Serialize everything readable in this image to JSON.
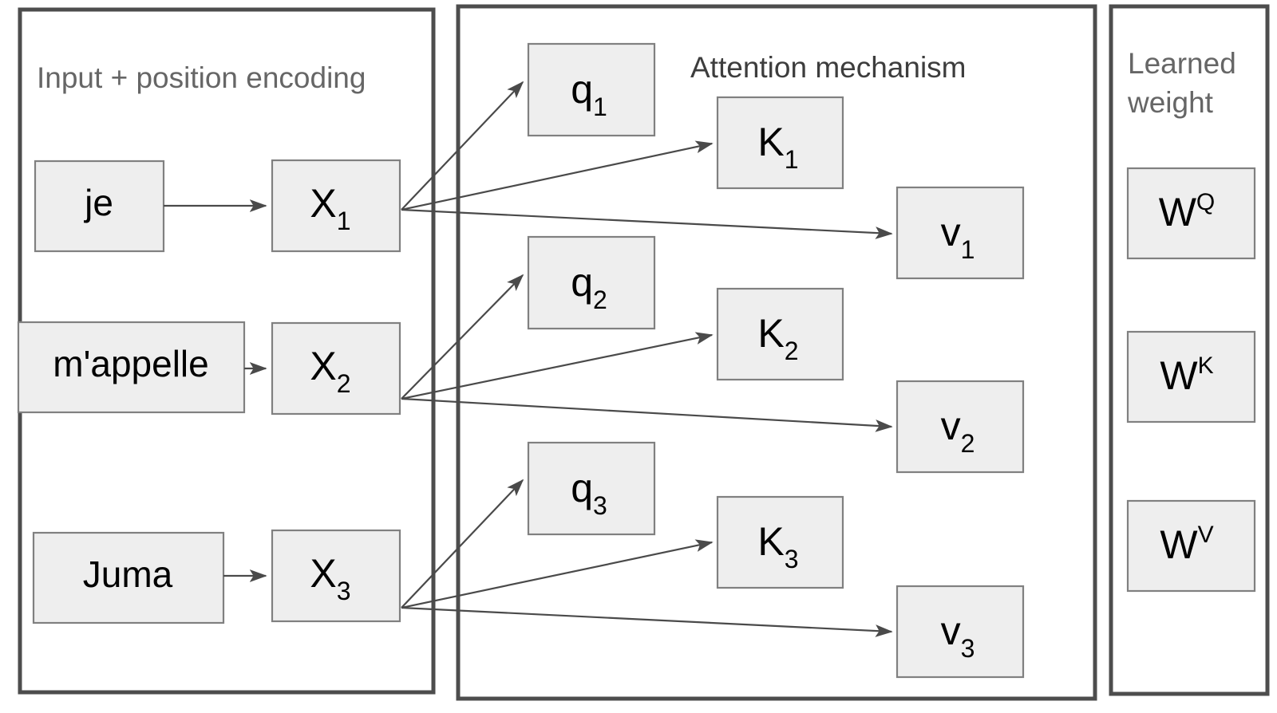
{
  "diagram": {
    "title_visible": false,
    "colors": {
      "panel_border": "#4d4d4d",
      "node_fill": "#eeeeee",
      "node_border": "#808080",
      "arrow": "#4a4a4a",
      "title_text_gray": "#666666",
      "title_text_dark": "#3d3d3d",
      "node_text": "#000000",
      "background": "#ffffff"
    },
    "panels": [
      {
        "id": "input-panel",
        "title": "Input + position encoding"
      },
      {
        "id": "attention-panel",
        "title": "Attention mechanism"
      },
      {
        "id": "weights-panel",
        "title_line1": "Learned",
        "title_line2": "weight"
      }
    ],
    "tokens": [
      {
        "word": "je",
        "embedding": "X",
        "embedding_sub": "1"
      },
      {
        "word": "m'appelle",
        "embedding": "X",
        "embedding_sub": "2"
      },
      {
        "word": "Juma",
        "embedding": "X",
        "embedding_sub": "3"
      }
    ],
    "queries": [
      {
        "base": "q",
        "sub": "1"
      },
      {
        "base": "q",
        "sub": "2"
      },
      {
        "base": "q",
        "sub": "3"
      }
    ],
    "keys": [
      {
        "base": "K",
        "sub": "1"
      },
      {
        "base": "K",
        "sub": "2"
      },
      {
        "base": "K",
        "sub": "3"
      }
    ],
    "values": [
      {
        "base": "v",
        "sub": "1"
      },
      {
        "base": "v",
        "sub": "2"
      },
      {
        "base": "v",
        "sub": "3"
      }
    ],
    "weights": [
      {
        "base": "W",
        "sup": "Q"
      },
      {
        "base": "W",
        "sup": "K"
      },
      {
        "base": "W",
        "sup": "V"
      }
    ]
  }
}
